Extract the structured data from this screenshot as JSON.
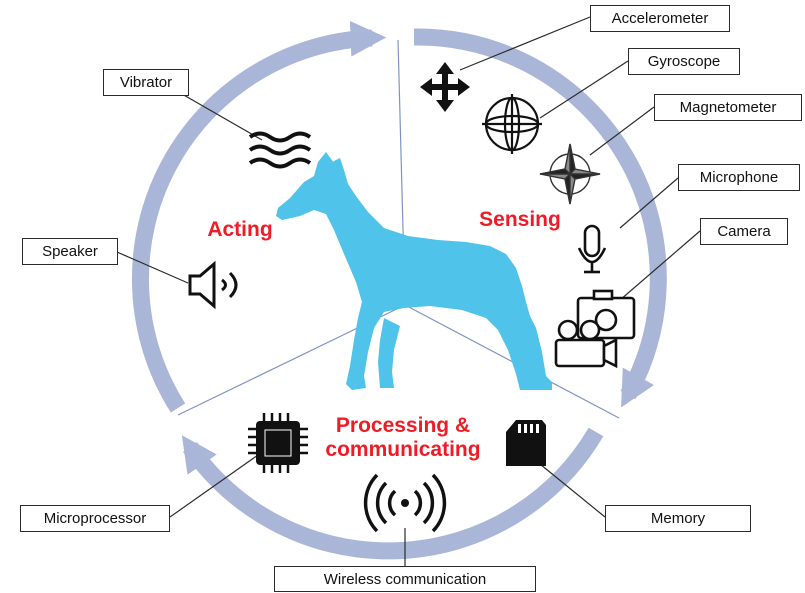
{
  "phases": {
    "acting": "Acting",
    "sensing": "Sensing",
    "processing_line1": "Processing &",
    "processing_line2": "communicating"
  },
  "components": {
    "accelerometer": "Accelerometer",
    "gyroscope": "Gyroscope",
    "magnetometer": "Magnetometer",
    "microphone": "Microphone",
    "camera": "Camera",
    "vibrator": "Vibrator",
    "speaker": "Speaker",
    "microprocessor": "Microprocessor",
    "memory": "Memory",
    "wireless": "Wireless communication"
  },
  "colors": {
    "cycle_arrow": "#a9b6d8",
    "divider": "#7f93c3",
    "dog": "#4fc3ea",
    "phase_text": "#ee1c25",
    "icon": "#111111"
  }
}
